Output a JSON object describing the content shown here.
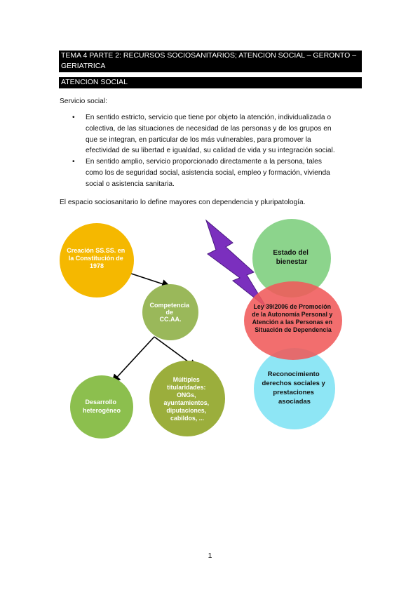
{
  "header": {
    "title": "TEMA 4 PARTE 2: RECURSOS SOCIOSANITARIOS; ATENCION SOCIAL – GERONTO – GERIATRICA",
    "section": "ATENCION SOCIAL"
  },
  "intro": "Servicio social:",
  "bullets": [
    {
      "marker": "•",
      "lines": [
        "En sentido estricto, servicio que tiene por objeto la atención, individualizada o",
        "colectiva, de las situaciones de necesidad de las personas y de los grupos en",
        "que se integran, en particular de los más vulnerables, para promover la",
        "efectividad de su libertad e igualdad, su calidad de vida y su integración social."
      ]
    },
    {
      "marker": "•",
      "lines": [
        "En sentido amplio, servicio proporcionado directamente a la persona, tales",
        "como los de seguridad social, asistencia social, empleo y formación, vivienda",
        "social o asistencia sanitaria."
      ]
    }
  ],
  "closing": "El espacio sociosanitario lo define mayores con dependencia y pluripatología.",
  "diagram": {
    "colors": {
      "orange": "#F5B800",
      "green": "#9AB85A",
      "olive": "#9BAE3C",
      "green_light": "#8CD48C",
      "red": "#F05A5A",
      "cyan": "#8EE6F5",
      "purple": "#7B2FBE"
    },
    "circles": {
      "creacion": [
        "Creación SS.SS. en",
        "la Constitución de",
        "1978"
      ],
      "competencia": [
        "Competencia",
        "de",
        "CC.AA."
      ],
      "desarrollo": [
        "Desarrollo",
        "heterogéneo"
      ],
      "multiples": [
        "Múltiples",
        "titularidades:",
        "ONGs,",
        "ayuntamientos,",
        "diputaciones,",
        "cabildos, ..."
      ],
      "estado": [
        "Estado del",
        "bienestar"
      ],
      "ley": [
        "Ley 39/2006 de Promoción",
        "de la Autonomía Personal y",
        "Atención a las Personas en",
        "Situación de Dependencia"
      ],
      "reconocimiento": [
        "Reconocimiento",
        "derechos sociales y",
        "prestaciones",
        "asociadas"
      ]
    },
    "lightning_icon": "lightning-bolt-icon"
  },
  "page_number": "1"
}
